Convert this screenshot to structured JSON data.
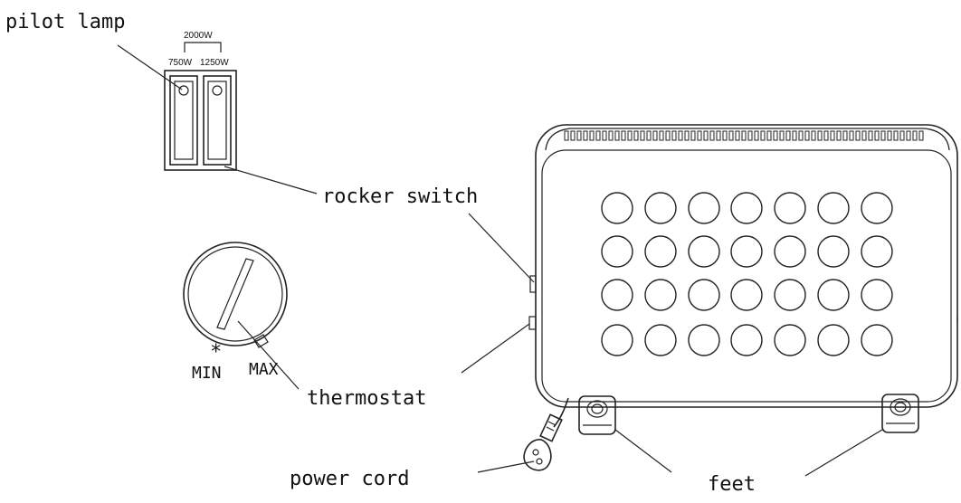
{
  "labels": {
    "pilot_lamp": "pilot lamp",
    "rocker_switch": "rocker switch",
    "thermostat": "thermostat",
    "power_cord": "power cord",
    "feet": "feet"
  },
  "switch_panel": {
    "top_label": "2000W",
    "left_label": "750W",
    "right_label": "1250W"
  },
  "thermostat_dial": {
    "min_label": "MIN",
    "max_label": "MAX",
    "mark": "*"
  },
  "colors": {
    "line": "#222222",
    "background": "#ffffff"
  }
}
